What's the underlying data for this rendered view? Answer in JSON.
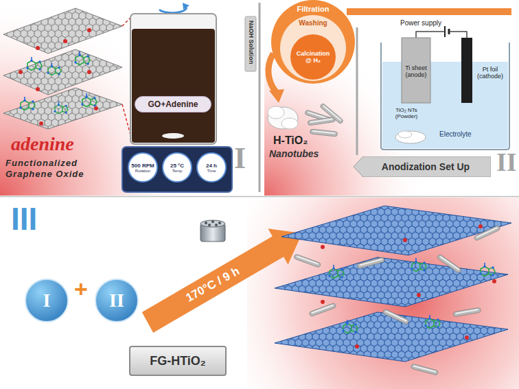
{
  "diagram": {
    "nodes": [
      {
        "text": [
          "I"
        ]
      },
      {
        "text": [
          "GO+Adenine"
        ],
        "in": 0
      },
      {
        "text": [
          "500 RPM",
          "Rotation"
        ],
        "in": 0
      },
      {
        "text": [
          "25 °C",
          "Temp"
        ],
        "in": 0
      },
      {
        "text": [
          "24 h",
          "Time"
        ],
        "in": 0
      },
      {
        "text": [
          "II"
        ]
      },
      {
        "text": [
          "Filtration"
        ],
        "in": 5
      },
      {
        "text": [
          "Washing"
        ],
        "in": 6
      },
      {
        "text": [
          "Calcination @ H₂"
        ],
        "in": 7
      },
      {
        "text": [
          "Anodization Set Up"
        ],
        "in": 5
      },
      {
        "text": [
          "III"
        ]
      },
      {
        "text": [
          "I"
        ],
        "in": 10
      },
      {
        "text": [
          "II"
        ],
        "in": 10
      },
      {
        "text": [
          "FG-HTiO₂"
        ],
        "in": 10
      }
    ],
    "labels": [
      "adenine",
      "Functionalized Graphene Oxide",
      "NaOH Solution",
      "Power supply",
      "Ti sheet (anode)",
      "TiO₂ NTs (Powder)",
      "Pt foil (cathode)",
      "Electrolyte",
      "H-TiO₂",
      "Nanotubes",
      "+",
      "170°C / 9 h"
    ]
  }
}
